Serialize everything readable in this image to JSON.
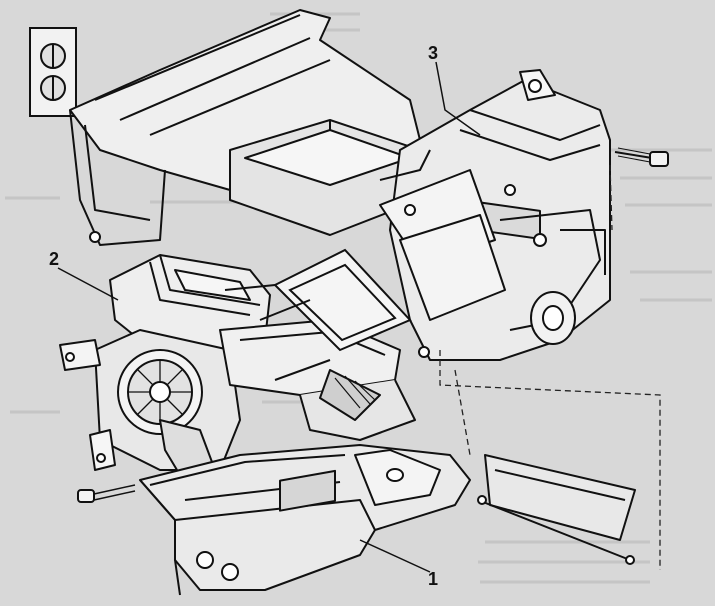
{
  "palette": {
    "paper": "#d8d8d8",
    "ink": "#111111",
    "shade": "#7a7a7a",
    "light": "#ececec",
    "ghost_text": "#b9b9b9"
  },
  "callouts": {
    "one": "1",
    "two": "2",
    "three": "3"
  }
}
